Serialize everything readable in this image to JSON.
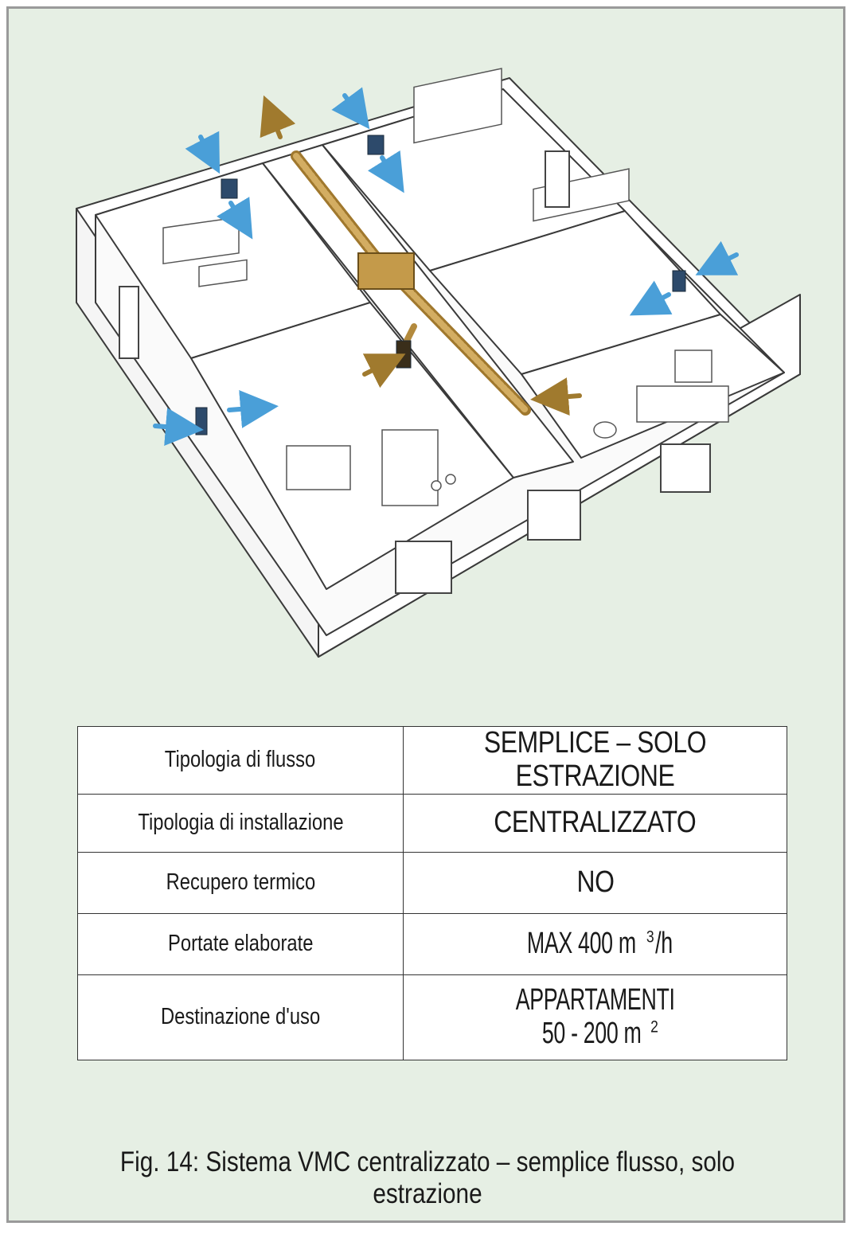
{
  "table": {
    "rows": [
      {
        "label": "Tipologia di flusso",
        "value": "SEMPLICE – SOLO ESTRAZIONE"
      },
      {
        "label": "Tipologia di installazione",
        "value": "CENTRALIZZATO"
      },
      {
        "label": "Recupero termico",
        "value": "NO"
      },
      {
        "label": "Portate elaborate",
        "value_pre": "MAX 400 m",
        "value_sup": "3",
        "value_post": "/h"
      },
      {
        "label": "Destinazione d'uso",
        "value_line1": "APPARTAMENTI",
        "value_line2": "50 - 200 m",
        "value_sup": "2"
      }
    ]
  },
  "caption": "Fig. 14: Sistema VMC centralizzato – semplice flusso, solo estrazione",
  "colors": {
    "panel_bg": "#e6efe4",
    "border": "#9a9a9a",
    "air_in": "#4a9fd8",
    "air_out": "#a07a2e",
    "duct": "#c49a4a",
    "vent": "#2d4a6b"
  }
}
